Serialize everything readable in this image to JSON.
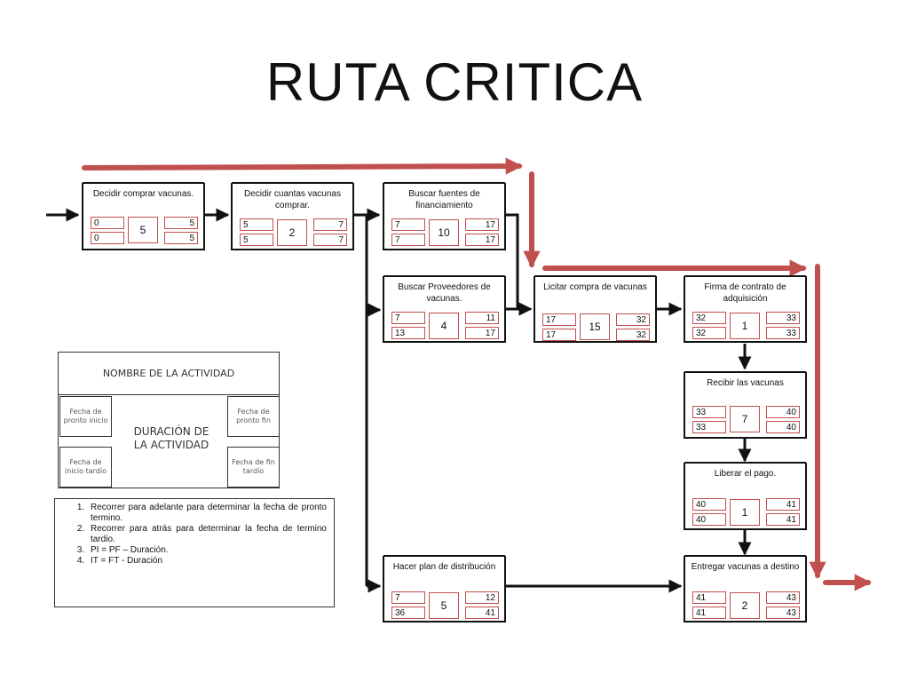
{
  "title": "RUTA CRITICA",
  "colors": {
    "accent": "#c0504d",
    "line": "#111111"
  },
  "nodes": [
    {
      "name": "Decidir comprar vacunas.",
      "es": "0",
      "ef": "5",
      "ls": "0",
      "lf": "5",
      "duration": "5"
    },
    {
      "name": "Decidir cuantas vacunas comprar.",
      "es": "5",
      "ef": "7",
      "ls": "5",
      "lf": "7",
      "duration": "2"
    },
    {
      "name": "Buscar fuentes de financiamiento",
      "es": "7",
      "ef": "17",
      "ls": "7",
      "lf": "17",
      "duration": "10"
    },
    {
      "name": "Buscar Proveedores de vacunas.",
      "es": "7",
      "ef": "11",
      "ls": "13",
      "lf": "17",
      "duration": "4"
    },
    {
      "name": "Licitar compra de vacunas",
      "es": "17",
      "ef": "32",
      "ls": "17",
      "lf": "32",
      "duration": "15"
    },
    {
      "name": "Firma de contrato de adquisición",
      "es": "32",
      "ef": "33",
      "ls": "32",
      "lf": "33",
      "duration": "1"
    },
    {
      "name": "Recibir las vacunas",
      "es": "33",
      "ef": "40",
      "ls": "33",
      "lf": "40",
      "duration": "7"
    },
    {
      "name": "Liberar el pago.",
      "es": "40",
      "ef": "41",
      "ls": "40",
      "lf": "41",
      "duration": "1"
    },
    {
      "name": "Hacer plan de distribución",
      "es": "7",
      "ef": "12",
      "ls": "36",
      "lf": "41",
      "duration": "5"
    },
    {
      "name": "Entregar vacunas a destino",
      "es": "41",
      "ef": "43",
      "ls": "41",
      "lf": "43",
      "duration": "2"
    }
  ],
  "legend": {
    "header": "NOMBRE DE LA ACTIVIDAD",
    "early_start": "Fecha de pronto inicio",
    "early_finish": "Fecha de pronto fin",
    "late_start": "Fecha de inicio tardío",
    "late_finish": "Fecha de fin tardío",
    "duration": "DURACIÓN DE LA ACTIVIDAD"
  },
  "notes": [
    "Recorrer para adelante para determinar la fecha de pronto termino.",
    "Recorrer para atrás para determinar la fecha de termino tardio.",
    "PI = PF – Duración.",
    "IT = FT - Duración"
  ]
}
